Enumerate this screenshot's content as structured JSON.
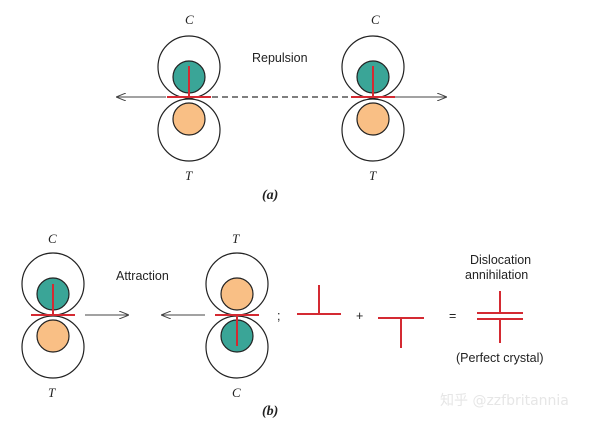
{
  "diagram": {
    "part_a": {
      "label": "(a)",
      "interaction": "Repulsion",
      "left_top": "C",
      "left_bottom": "T",
      "right_top": "C",
      "right_bottom": "T"
    },
    "part_b": {
      "label": "(b)",
      "interaction": "Attraction",
      "left_top": "C",
      "left_bottom": "T",
      "right_top": "T",
      "right_bottom": "C",
      "separator": ";",
      "plus": "+",
      "equals": "=",
      "result_line1": "Dislocation",
      "result_line2": "annihilation",
      "result_note": "(Perfect crystal)"
    }
  },
  "watermark": "知乎 @zzfbritannia",
  "colors": {
    "compression_atom": "#3aa597",
    "tension_atom": "#f9bf85",
    "dislocation": "#d42a32"
  }
}
